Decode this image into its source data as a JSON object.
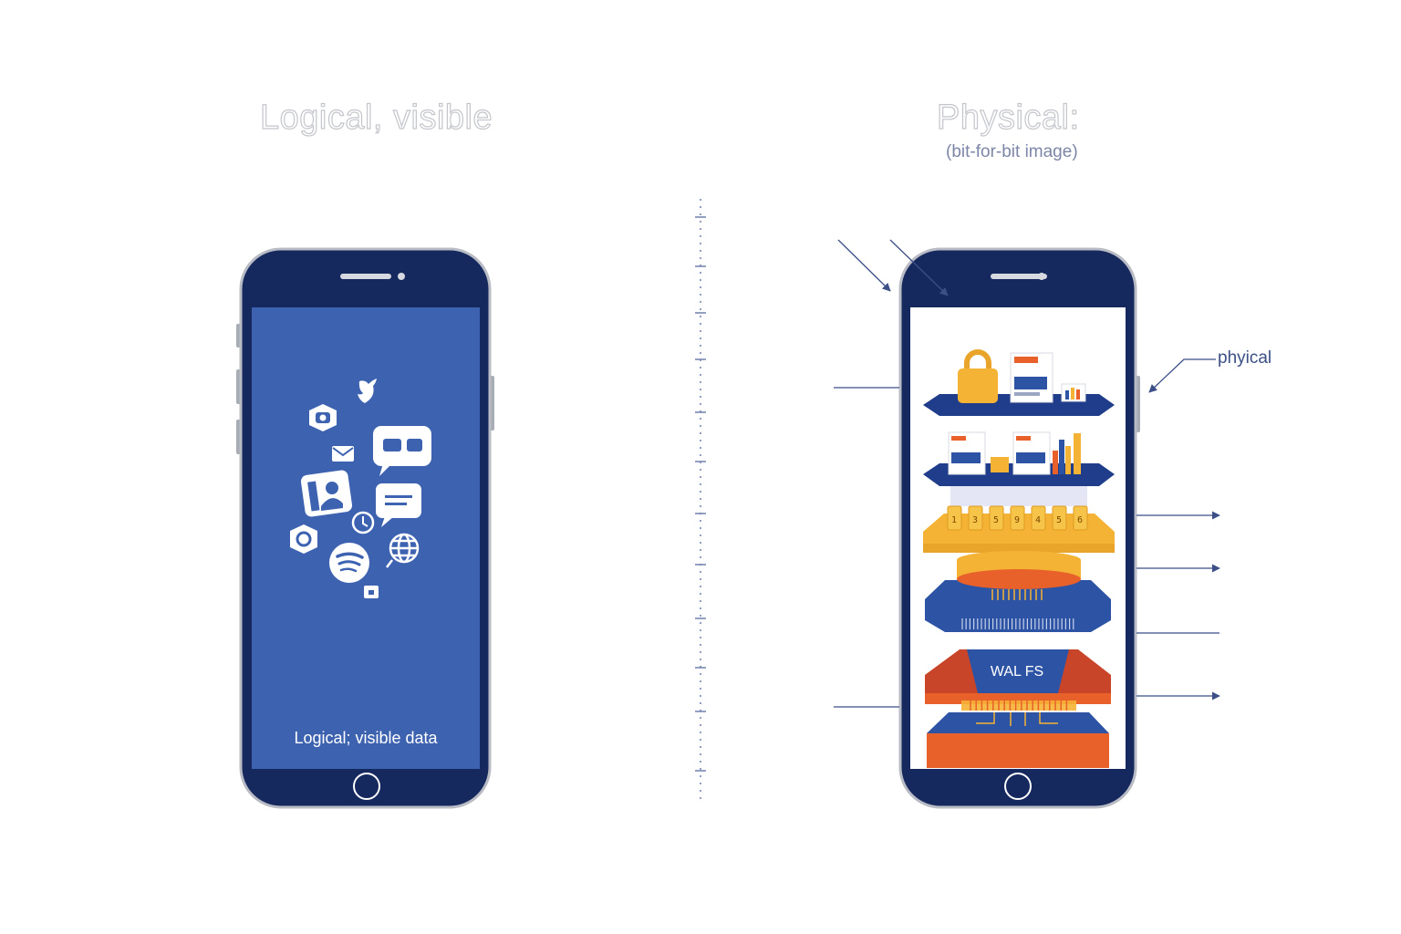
{
  "left_panel": {
    "title": "Logical, visible",
    "screen_caption": "Logical; visible data"
  },
  "right_panel": {
    "title": "Physical:",
    "subtitle": "(bit-for-bit image)",
    "annotation": "phyical",
    "layer_label": "WAL FS",
    "chip_digits": [
      "1",
      "3",
      "5",
      "9",
      "4",
      "5",
      "6"
    ]
  },
  "colors": {
    "phone_body": "#16295e",
    "logical_screen": "#3d62b0",
    "accent_orange": "#e8612b",
    "accent_yellow": "#f5b335",
    "annotation": "#3c4f86"
  },
  "icons": [
    "twitter-icon",
    "camera-icon",
    "mail-icon",
    "chat-icon",
    "contact-icon",
    "message-icon",
    "clock-icon",
    "settings-icon",
    "spotify-icon",
    "globe-icon",
    "app-icon",
    "lock-icon",
    "document-icon",
    "bar-chart-icon",
    "chip-icon"
  ]
}
